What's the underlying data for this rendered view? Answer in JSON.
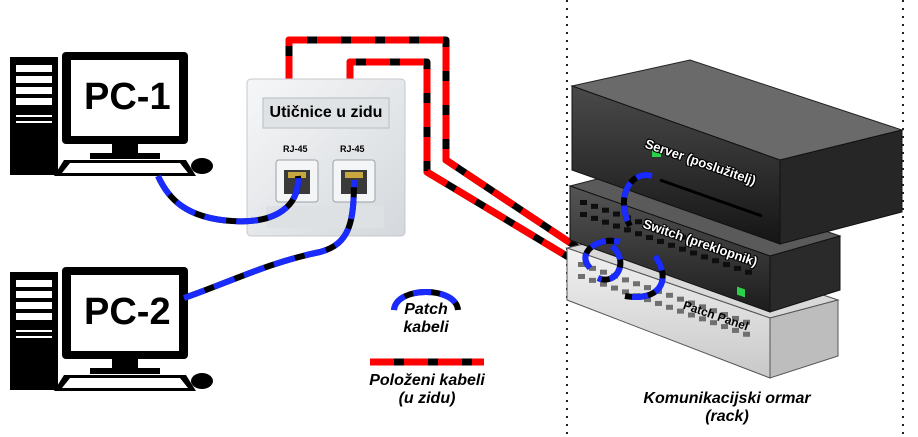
{
  "computers": [
    {
      "label": "PC-1"
    },
    {
      "label": "PC-2"
    }
  ],
  "wall_outlet": {
    "title": "Utičnice u zidu",
    "ports": [
      "RJ-45",
      "RJ-45"
    ]
  },
  "rack": {
    "server_label": "Server (poslužitelj)",
    "switch_label": "Switch (preklopnik)",
    "patch_panel_label": "Patch Panel",
    "caption_line1": "Komunikacijski ormar",
    "caption_line2": "(rack)"
  },
  "legend": {
    "patch_line1": "Patch",
    "patch_line2": "kabeli",
    "installed_line1": "Položeni kabeli",
    "installed_line2": "(u zidu)"
  },
  "colors": {
    "patch_cable": "#1a2bff",
    "wall_cable_red": "#ff0000",
    "wall_cable_black": "#000000",
    "device_dark": "#2e2e2e",
    "outlet_face": "#e9ecee"
  }
}
